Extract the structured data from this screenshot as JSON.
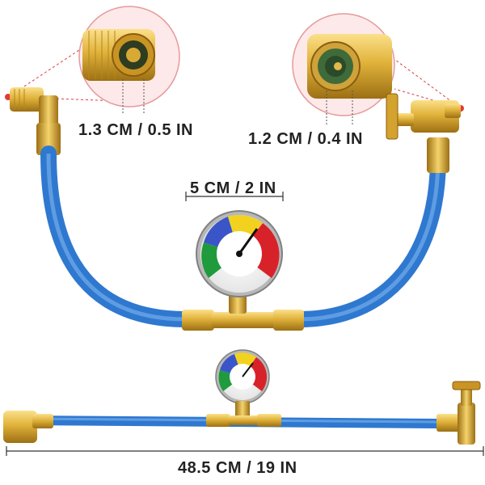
{
  "dimensions": {
    "left_coupler": "1.3 CM / 0.5 IN",
    "right_coupler": "1.2 CM / 0.4 IN",
    "gauge": "5 CM / 2 IN",
    "hose_length": "48.5 CM / 19 IN"
  },
  "colors": {
    "hose": "#2f78d0",
    "hose_highlight": "#7fb6ee",
    "brass": "#e0b23a",
    "brass_dark": "#a9791a",
    "callout": "#e03a3a",
    "gauge_green": "#1f9a3c",
    "gauge_blue": "#3a55c8",
    "gauge_yellow": "#f2d21e",
    "gauge_red": "#d8222a"
  }
}
